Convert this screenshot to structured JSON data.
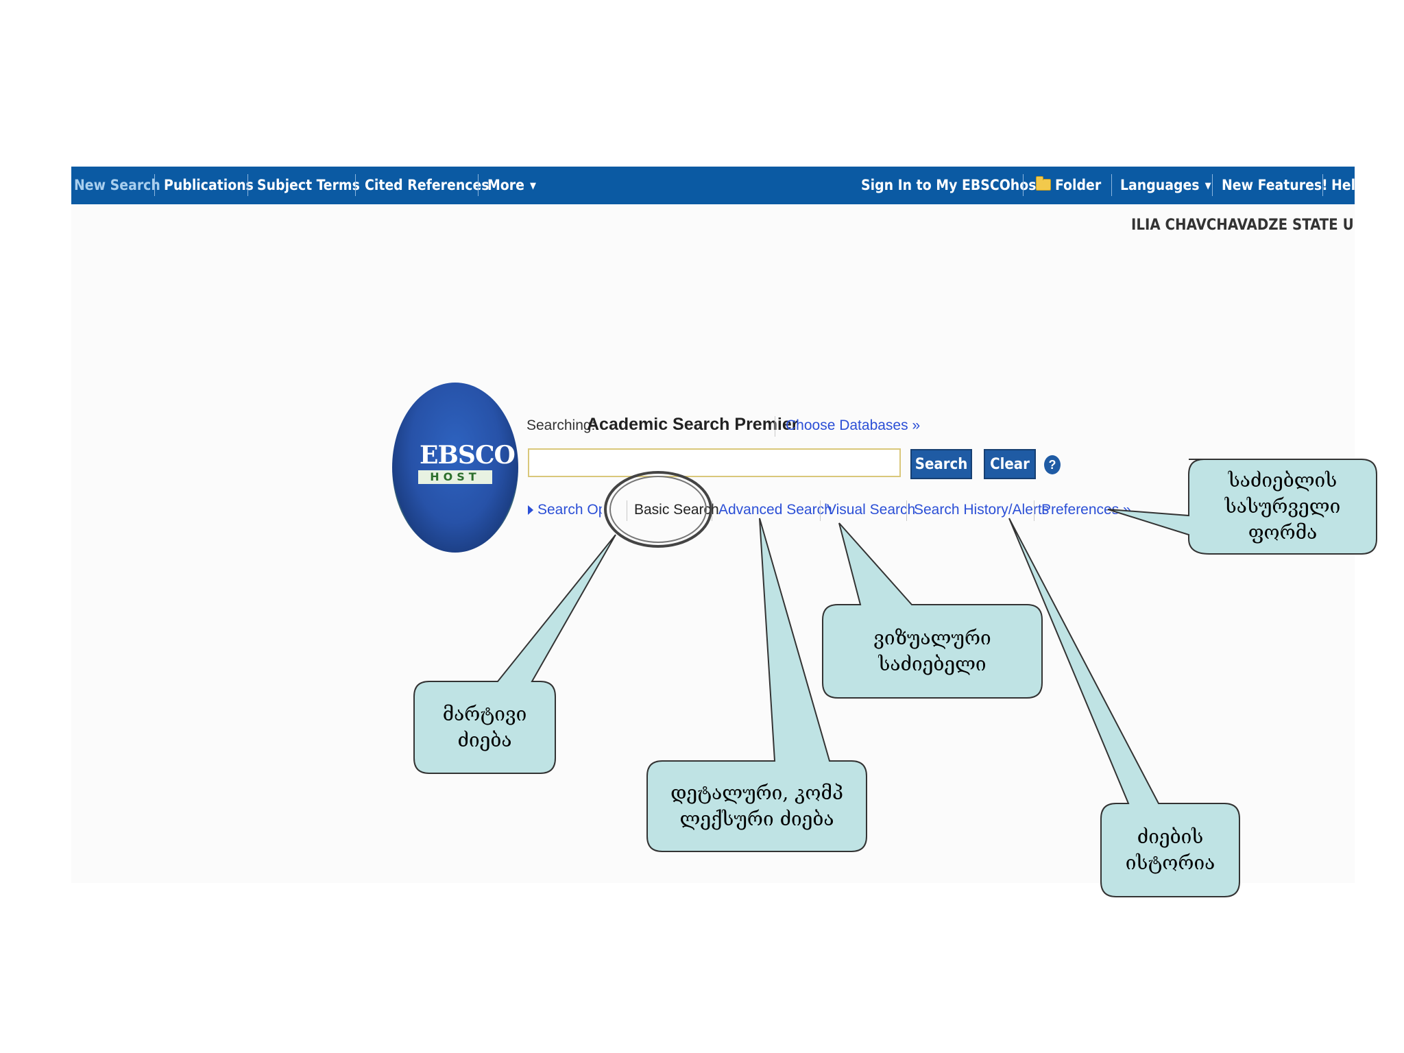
{
  "topnav": {
    "items": [
      "New Search",
      "Publications",
      "Subject Terms",
      "Cited References",
      "More"
    ],
    "right_items": [
      "Sign In to My EBSCOhost",
      "Folder",
      "Languages",
      "New Features!",
      "Help"
    ]
  },
  "institution": "ILIA CHAVCHAVADZE STATE UNIVERSITY",
  "logo": {
    "text": "EBSCO",
    "subtext": "HOST"
  },
  "search": {
    "searching_label": "Searching:",
    "database": "Academic Search Premier",
    "choose_databases": "Choose Databases »",
    "input_value": "",
    "search_button": "Search",
    "clear_button": "Clear",
    "help": "?"
  },
  "modes": {
    "search_options": "Search Options",
    "basic": "Basic Search",
    "advanced": "Advanced Search",
    "visual": "Visual Search",
    "history": "Search History/Alerts",
    "preferences": "Preferences »"
  },
  "callouts": {
    "preferences": [
      "საძიებლის",
      "სასურველი",
      "ფორმა"
    ],
    "visual": [
      "ვიზუალური",
      "საძიებელი"
    ],
    "basic": [
      "მარტივი",
      "ძიება"
    ],
    "advanced": [
      "დეტალური, კომპ",
      "ლექსური ძიება"
    ],
    "history": [
      "ძიების",
      "ისტორია"
    ]
  },
  "colors": {
    "nav_bar": "#0b5aa3",
    "button": "#1f5ba4",
    "link": "#2b4fd6",
    "callout_fill": "#bfe3e4"
  }
}
